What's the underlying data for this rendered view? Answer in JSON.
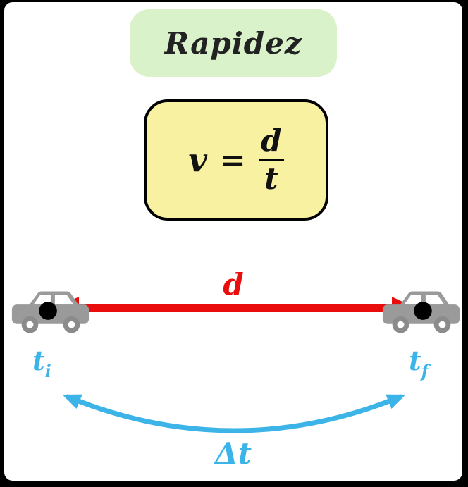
{
  "title": {
    "label": "Rapidez"
  },
  "formula": {
    "lhs": "v",
    "equals": "=",
    "numerator": "d",
    "denominator": "t"
  },
  "distance": {
    "label": "d"
  },
  "time_initial": {
    "base": "t",
    "subscript": "i"
  },
  "time_final": {
    "base": "t",
    "subscript": "f"
  },
  "elapsed_time": {
    "label": "Δt"
  },
  "colors": {
    "frame": "#000000",
    "canvas": "#ffffff",
    "title_background": "#d9f2c9",
    "formula_background": "#f9f1a2",
    "formula_border": "#000000",
    "distance_arrow": "#e90d0d",
    "time_accent": "#3cb4e7",
    "car_body": "#9a9a9a",
    "car_wheel": "#8b8b8b",
    "car_dot": "#000000"
  },
  "icons": {
    "car_left": "car-icon",
    "car_right": "car-icon",
    "distance_arrow": "double-headed-arrow-icon",
    "elapsed_arrow": "curved-double-headed-arrow-icon"
  }
}
